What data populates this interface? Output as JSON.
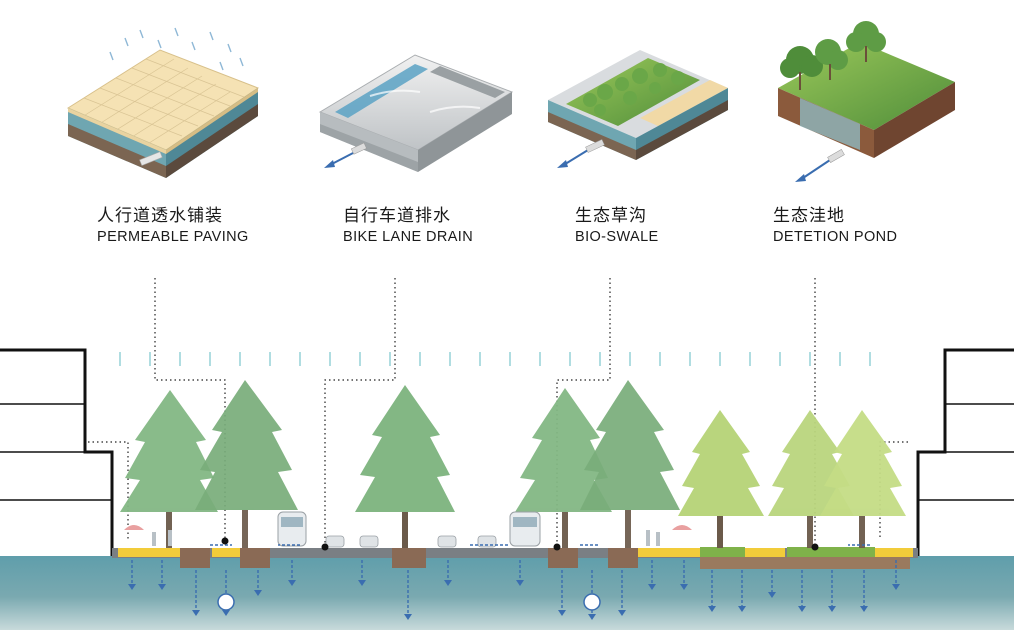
{
  "features": [
    {
      "cn": "人行道透水铺装",
      "en": "PERMEABLE PAVING",
      "icon": "permeable-paving-block"
    },
    {
      "cn": "自行车道排水",
      "en": "BIKE LANE DRAIN",
      "icon": "bike-lane-drain-block"
    },
    {
      "cn": "生态草沟",
      "en": "BIO-SWALE",
      "icon": "bio-swale-block"
    },
    {
      "cn": "生态洼地",
      "en": "DETETION POND",
      "icon": "detention-pond-block"
    }
  ],
  "colors": {
    "water": "#6fa8b3",
    "water_deep": "#3d7f8f",
    "soil": "#8a6a55",
    "tree_dark": "#7fb37a",
    "tree_light": "#bcd67a",
    "paving": "#f2cc3a",
    "arrow": "#3a6db0",
    "rain": "#9fd3d8",
    "building": "#1a1a1a"
  }
}
